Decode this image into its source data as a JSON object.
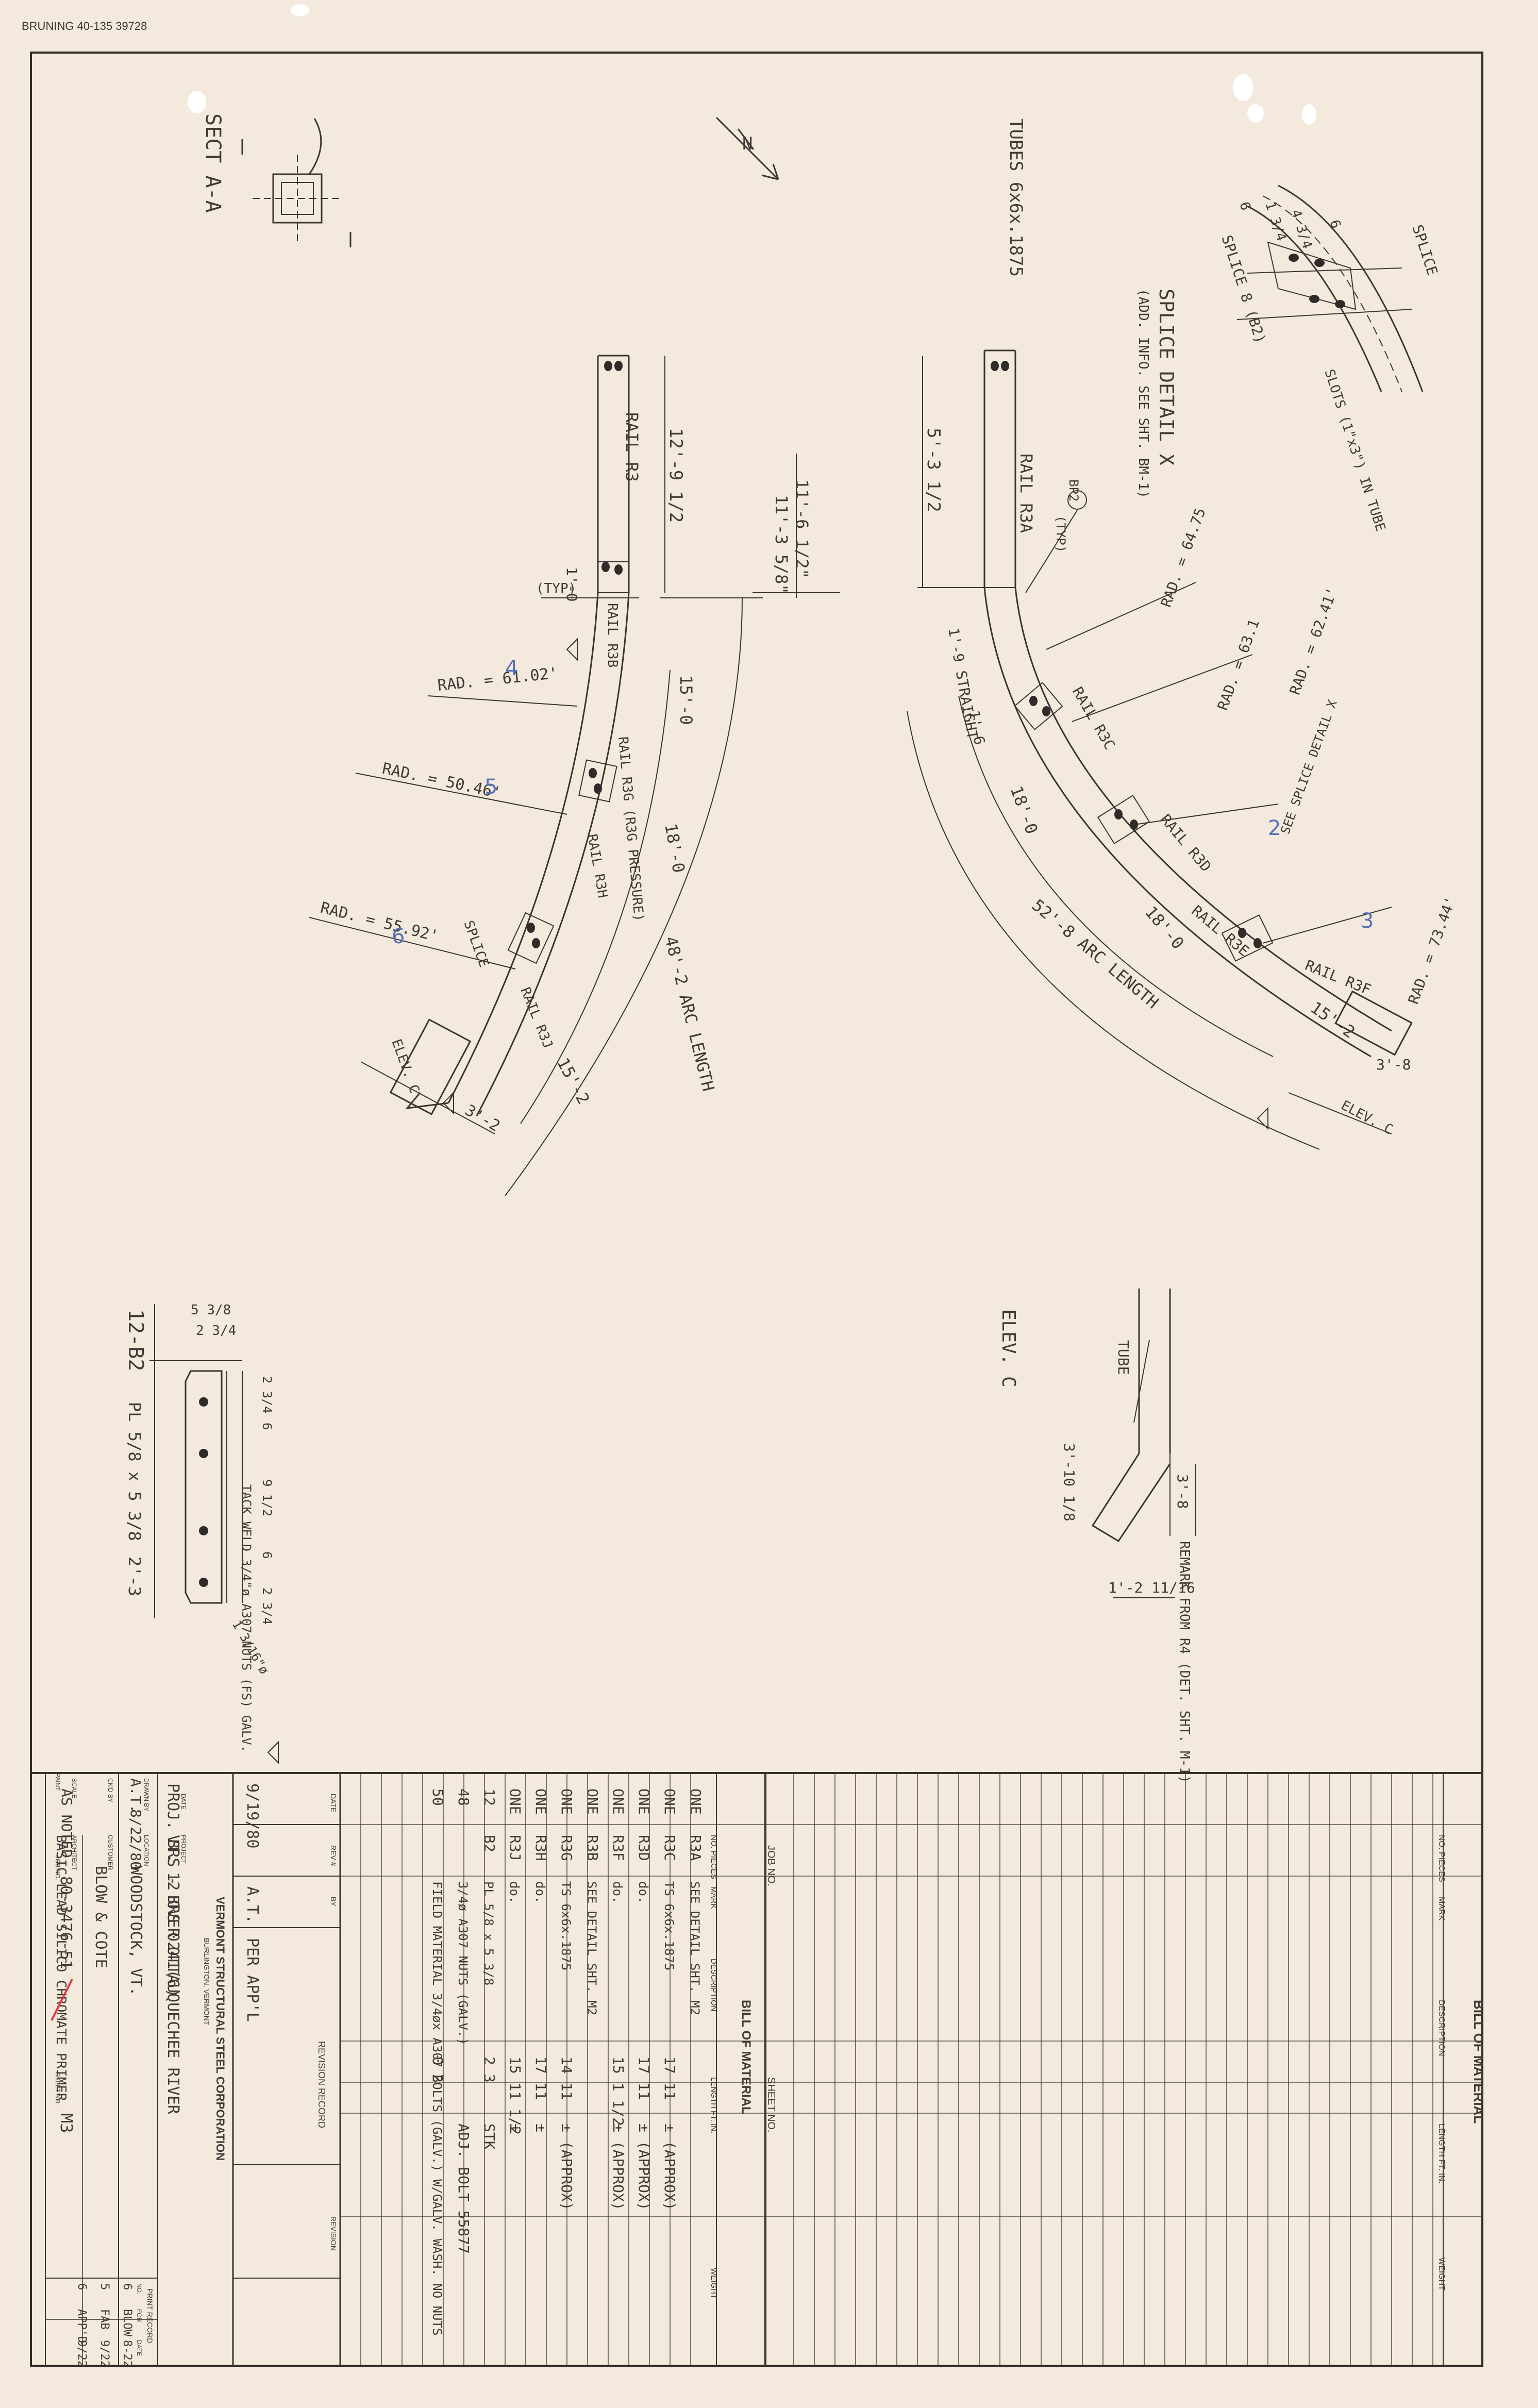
{
  "header": {
    "stamp": "BRUNING 40-135 39728"
  },
  "section_aa": {
    "title": "SECT A-A"
  },
  "tubes": {
    "label": "TUBES 6x6x.1875"
  },
  "north_arrow": {
    "label": "N"
  },
  "splice": {
    "title": "SPLICE DETAIL X",
    "note": "(ADD. INFO. SEE SHT. BM-1)",
    "label": "SPLICE",
    "bolt": "SPLICE 8 (B2)",
    "slots": "SLOTS (1\"x3\") IN TUBE",
    "dims": [
      "6",
      "1 3/4",
      "4 3/4",
      "6"
    ]
  },
  "left_rail": {
    "rail_r3": "RAIL R3",
    "dim_top": "12'-9 1/2",
    "dim_1_0": "1'-0",
    "typ": "(TYP)",
    "rail_r3b": "RAIL R3B",
    "rail_r3g": "RAIL R3G (R3G PRESSURE)",
    "rail_r3h": "RAIL R3H",
    "rail_r3j": "RAIL R3J",
    "rad4": "RAD. = 61.02'",
    "rad5": "RAD. = 50.46'",
    "rad6": "RAD. = 55.92'",
    "d15_0": "15'-0",
    "d18_0": "18'-0",
    "d15_2": "15'-2",
    "d3_2": "3'-2",
    "arc": "48'-2 ARC LENGTH",
    "splice": "SPLICE",
    "elev": "ELEV. C",
    "n4": "4",
    "n5": "5",
    "n6": "6"
  },
  "center": {
    "d1": "11'-6 1/2\"",
    "d2": "11'-3 5/8\""
  },
  "right_rail": {
    "dim_top": "5'-3 1/2",
    "ref": "BP2",
    "typ": "(TYP)",
    "rail_r3a": "RAIL R3A",
    "straight": "1'-9 STRAIGHT",
    "d1_6": "1'-6",
    "rail_r3c": "RAIL R3C",
    "rail_r3d": "RAIL R3D",
    "rail_r3e": "RAIL R3E",
    "rail_r3f": "RAIL R3F",
    "rad1": "RAD. = 64.75",
    "rad2": "RAD. = 63.1",
    "rad_a": "RAD. = 62.41'",
    "rad3": "RAD. = 73.44'",
    "d18_0a": "18'-0",
    "d18_0b": "18'-0",
    "d15_2": "15'-2",
    "d3_8": "3'-8",
    "arc": "52'-8 ARC LENGTH",
    "see": "SEE SPLICE DETAIL X",
    "elev": "ELEV. C",
    "n2": "2",
    "n3": "3"
  },
  "elev_c": {
    "title": "ELEV. C",
    "tube": "TUBE",
    "d1": "3'-10 1/8",
    "d2": "3'-8",
    "d3": "1'-2 11/16",
    "remark": "REMARK FROM R4 (DET. SHT. M-1)"
  },
  "plate_b2": {
    "mark": "12-B2",
    "size": "PL 5/8 x 5 3/8",
    "length": "2'-3",
    "w1": "5 3/8",
    "w2": "2 3/4",
    "weld": "TACK WELD 3/4\"ø A307 NUTS (FS) GALV.",
    "spaces": [
      "2 3/4",
      "6",
      "9 1/2",
      "6",
      "2 3/4"
    ],
    "hole": "1 3/16\"ø"
  },
  "bill_right": {
    "title": "BILL OF MATERIAL",
    "cols": [
      "NO. PIECES",
      "MARK",
      "DESCRIPTION",
      "LENGTH FT. IN.",
      "WEIGHT"
    ]
  },
  "bill_left": {
    "title": "BILL OF MATERIAL",
    "job": "JOB NO.",
    "sheet": "SHEET NO.",
    "cols": [
      "NO. PIECES",
      "MARK",
      "DESCRIPTION",
      "LENGTH FT. IN.",
      "WEIGHT"
    ],
    "rows": [
      [
        "ONE",
        "R3A",
        "SEE DETAIL SHT. M2",
        "",
        ""
      ],
      [
        "ONE",
        "R3C",
        "TS 6x6x.1875",
        "17 11",
        "± (APPROX)"
      ],
      [
        "ONE",
        "R3D",
        "do.",
        "17 11",
        "± (APPROX)"
      ],
      [
        "ONE",
        "R3F",
        "do.",
        "15 1 1/2",
        "± (APPROX)"
      ],
      [
        "ONE",
        "R3B",
        "SEE DETAIL SHT. M2",
        "",
        ""
      ],
      [
        "ONE",
        "R3G",
        "TS 6x6x.1875",
        "14 11",
        "± (APPROX)"
      ],
      [
        "ONE",
        "R3H",
        "do.",
        "17 11",
        "±"
      ],
      [
        "ONE",
        "R3J",
        "do.",
        "15 11 1/2",
        "±"
      ],
      [
        "12",
        "B2",
        "PL 5/8 x 5 3/8",
        "2 3",
        "STK"
      ],
      [
        "48",
        "",
        "3/4ø A307 NUTS (GALV.)",
        "",
        "ADJ. BOLT 55877"
      ],
      [
        "50",
        "",
        "FIELD MATERIAL 3/4øx A307 BOLTS (GALV.) W/GALV. WASH. NO NUTS",
        "0 2",
        ""
      ]
    ]
  },
  "revision": {
    "title": "REVISION RECORD",
    "cols": [
      "DATE",
      "REV #",
      "BY",
      "REVISION"
    ],
    "date": "9/19/80",
    "by": "A.T.",
    "text": "PER APP'L"
  },
  "title_block": {
    "company": "VERMONT STRUCTURAL STEEL CORPORATION",
    "city": "BURLINGTON, VERMONT",
    "proj_no": "PROJ. BRS - BRS 0241(6)",
    "project_label": "PROJECT",
    "project": "VT. 12 OVER OTTAUQUECHEE RIVER",
    "location_label": "LOCATION",
    "location": "WOODSTOCK, VT.",
    "drawn_label": "DRAWN BY",
    "drawn": "A.T.",
    "date_label": "DATE",
    "date": "8/22/80",
    "check_label": "CK'D BY",
    "customer_label": "CUSTOMER",
    "customer": "BLOW & COTE",
    "scale_label": "SCALE",
    "scale": "AS NOTED",
    "architect_label": "ARCHITECT",
    "paint_label": "PAINT",
    "paint": "BASIC LEAD SILICO CHROMATE PRIMER",
    "job_label": "JOB NO.",
    "job": "80-3476-51",
    "sheet_label": "SHEET NO.",
    "sheet": "M3"
  },
  "print_record": {
    "title": "PRINT RECORD",
    "cols": [
      "NO.",
      "FOR",
      "DATE"
    ],
    "rows": [
      [
        "6",
        "BLOW",
        "8-22"
      ],
      [
        "5",
        "FAB",
        "9/22"
      ],
      [
        "6",
        "APP'D",
        "9/22"
      ]
    ]
  }
}
